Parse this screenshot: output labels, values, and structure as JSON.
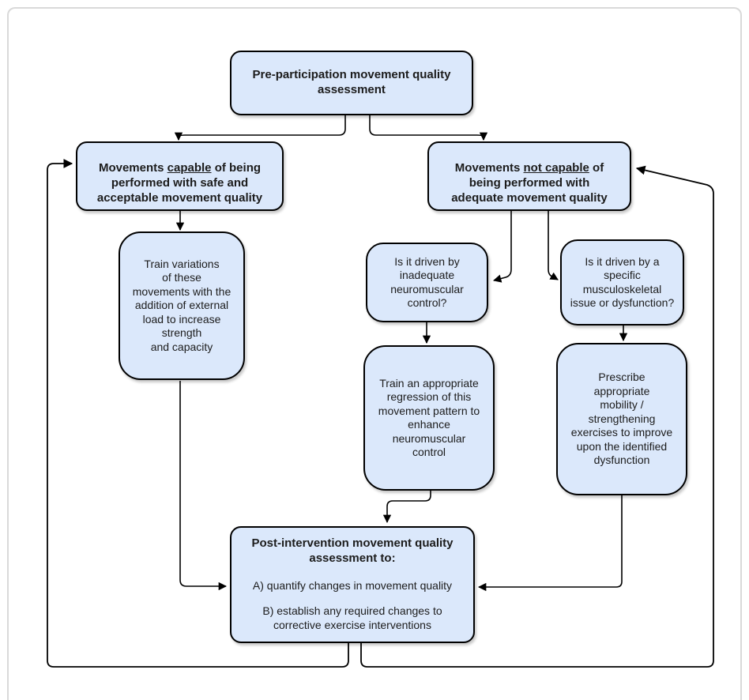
{
  "diagram": {
    "type": "flowchart",
    "colors": {
      "node_fill": "#dbe8fb",
      "node_border": "#000000",
      "arrow": "#000000",
      "frame_border": "#d9d9d9"
    },
    "nodes": {
      "pre_assessment": {
        "text": "Pre-participation movement quality\nassessment"
      },
      "capable": {
        "prefix": "Movements ",
        "underlined": "capable",
        "suffix": " of being\nperformed with safe and\nacceptable movement quality"
      },
      "not_capable": {
        "prefix": "Movements ",
        "underlined": "not capable",
        "suffix": " of\nbeing performed with\nadequate movement quality"
      },
      "train_variations": {
        "text": "Train variations\nof these\nmovements with the\naddition of external\nload to increase\nstrength\nand capacity"
      },
      "neuromuscular_question": {
        "text": "Is it driven by\ninadequate\nneuromuscular\ncontrol?"
      },
      "musculoskeletal_question": {
        "text": "Is it driven by a\nspecific\nmusculoskeletal\nissue or dysfunction?"
      },
      "train_regression": {
        "text": "Train an appropriate\nregression of this\nmovement pattern to\nenhance\nneuromuscular\ncontrol"
      },
      "prescribe_exercises": {
        "text": "Prescribe\nappropriate\nmobility /\nstrengthening\nexercises to improve\nupon the identified\ndysfunction"
      },
      "post_assessment": {
        "heading": "Post-intervention movement quality\nassessment to:",
        "item_a": "A) quantify changes in movement quality",
        "item_b": "B) establish any required changes to\ncorrective exercise interventions"
      }
    }
  }
}
